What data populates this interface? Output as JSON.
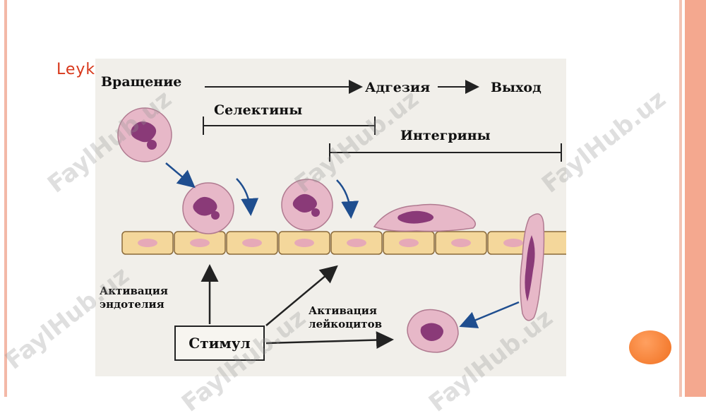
{
  "slide": {
    "title": "Leyk"
  },
  "diagram": {
    "labels": {
      "rotation": "Вращение",
      "adhesion": "Адгезия",
      "exit": "Выход",
      "selectins": "Селектины",
      "integrins": "Интегрины",
      "endothelium_activation_line1": "Активация",
      "endothelium_activation_line2": "эндотелия",
      "leukocyte_activation_line1": "Активация",
      "leukocyte_activation_line2": "лейкоцитов",
      "stimulus": "Стимул"
    }
  },
  "watermark": {
    "text": "FaylHub.uz"
  },
  "colors": {
    "title_red": "#d8381b",
    "cell_fill": "#e7b8c8",
    "cell_nucleus": "#8a3a78",
    "endothelium_fill": "#f4d79b",
    "arrow_blue": "#1f4e8f",
    "accent_orange": "#f07020"
  }
}
